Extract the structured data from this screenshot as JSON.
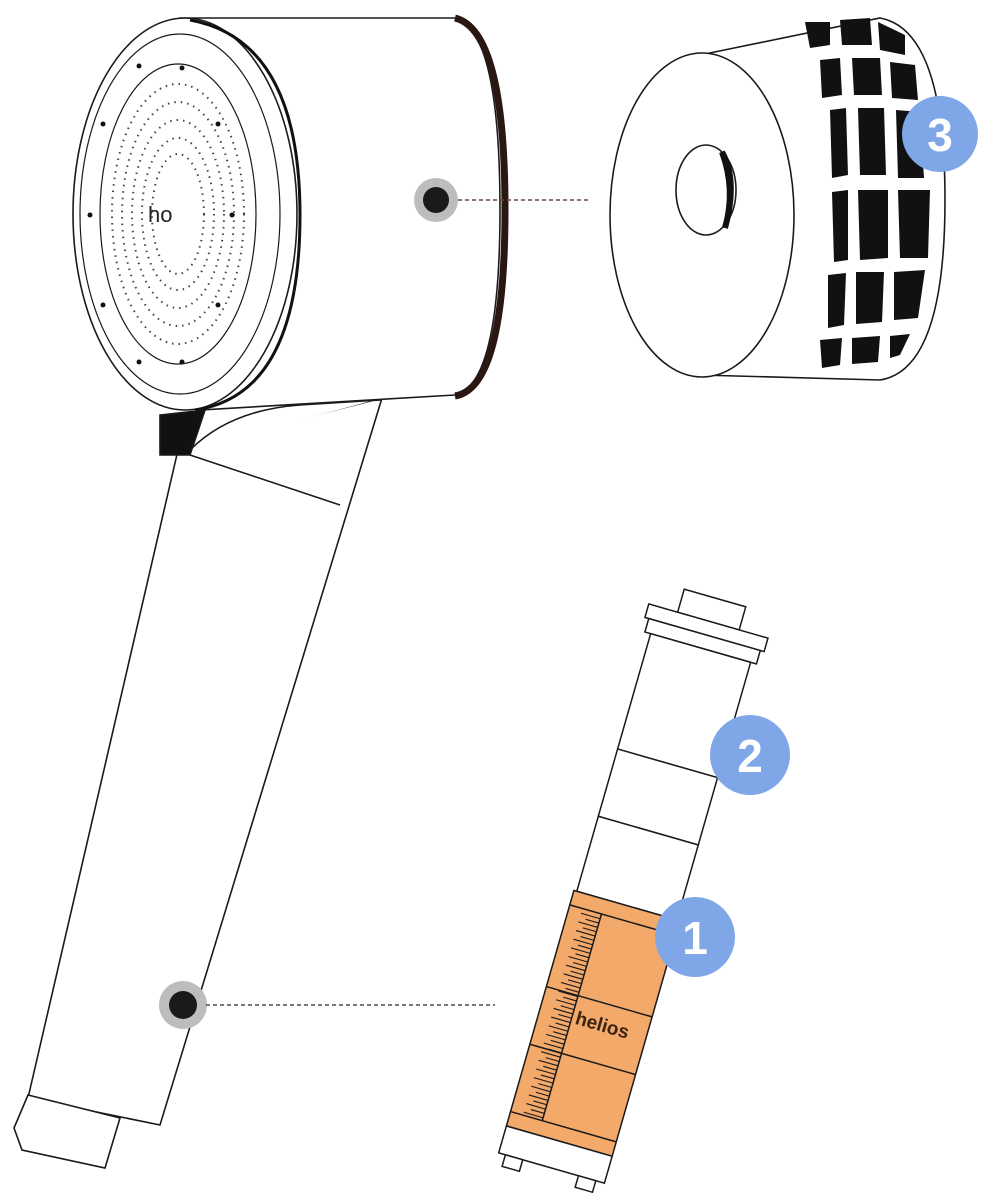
{
  "head_logo": "ho",
  "cartridge_brand": "helios",
  "badges": [
    {
      "label": "1",
      "part": "cartridge-filter-media"
    },
    {
      "label": "2",
      "part": "cartridge-upper-section"
    },
    {
      "label": "3",
      "part": "head-filter-disk"
    }
  ],
  "colors": {
    "badge": "#7fa7e8",
    "filter": "#f2a96a",
    "outline": "#1a1a1a",
    "dot_halo": "#bdbdbd"
  }
}
